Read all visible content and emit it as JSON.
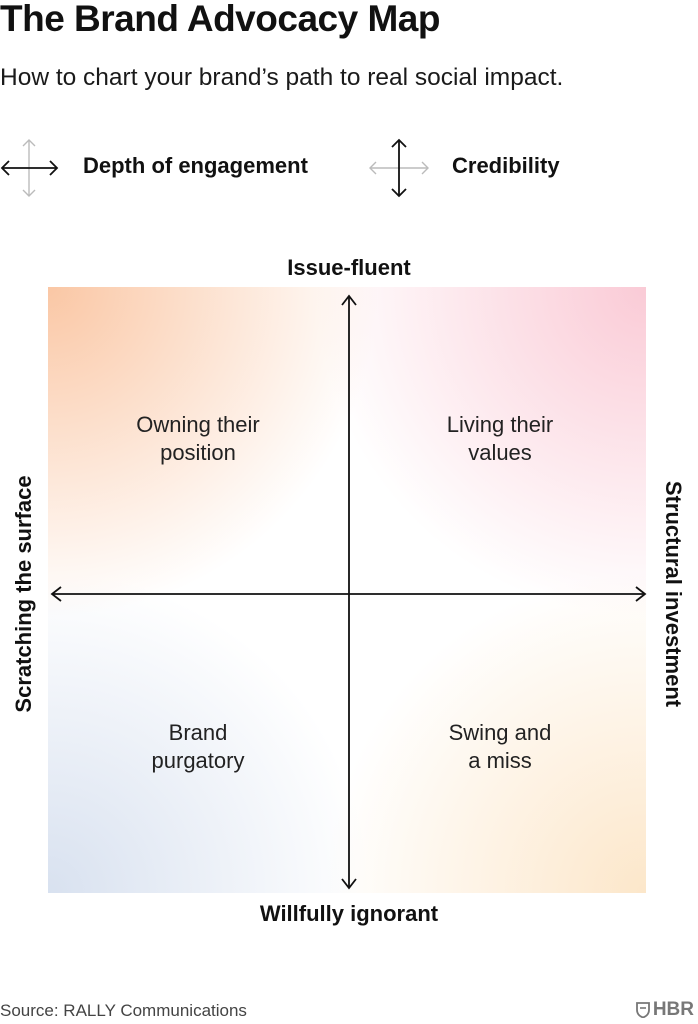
{
  "header": {
    "title": "The Brand Advocacy Map",
    "subtitle": "How to chart your brand’s path to real social impact."
  },
  "legend": [
    {
      "icon": "horizontal-arrows-icon",
      "label": "Depth of engagement"
    },
    {
      "icon": "vertical-arrows-icon",
      "label": "Credibility"
    }
  ],
  "axes": {
    "top": "Issue-fluent",
    "bottom": "Willfully ignorant",
    "left": "Scratching the surface",
    "right": "Structural investment"
  },
  "quadrants": {
    "top_left": [
      "Owning their",
      "position"
    ],
    "top_right": [
      "Living their",
      "values"
    ],
    "bottom_left": [
      "Brand",
      "purgatory"
    ],
    "bottom_right": [
      "Swing and",
      "a miss"
    ]
  },
  "footer": {
    "source": "Source: RALLY Communications",
    "brand": "HBR"
  },
  "colors": {
    "top_left": "#fac4a0",
    "top_right": "#fac8d4",
    "bottom_left": "#d4deee",
    "bottom_right": "#fce4c4"
  }
}
